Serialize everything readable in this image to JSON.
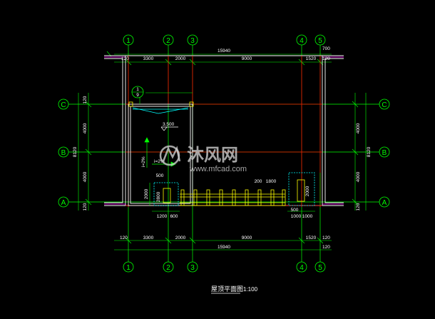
{
  "drawing": {
    "title": "屋顶平面图",
    "scale": "1:100"
  },
  "axes": {
    "vertical": [
      "1",
      "2",
      "3",
      "4",
      "5"
    ],
    "horizontal": [
      "C",
      "B",
      "A"
    ]
  },
  "dimensions": {
    "top_chain": [
      "120",
      "3300",
      "2000",
      "9000",
      "1520",
      "120"
    ],
    "top_extra": "700",
    "top_total": "15940",
    "bottom_chain": [
      "120",
      "3300",
      "2000",
      "9000",
      "1520",
      "120"
    ],
    "bottom_total": "15940",
    "bottom_extra": "120",
    "left_chain": [
      "120",
      "4000",
      "4000",
      "120"
    ],
    "left_total": "8120",
    "right_chain": [
      "4000",
      "4000",
      "120"
    ],
    "right_total": "8120",
    "stair_width": "1200",
    "stair_half": "600",
    "right_box": [
      "1000",
      "1000"
    ],
    "right_small": "500",
    "box_500": "500",
    "vert_dim_left": "2000",
    "vert_dim_small": "2800",
    "vert_dim_right": "2000",
    "grating": [
      "200",
      "1800"
    ]
  },
  "annotations": {
    "detail_top": "1",
    "detail_bottom": "9",
    "elevation": "3.500",
    "slope_1": "i=2%",
    "slope_2": "i=2%"
  },
  "watermark": {
    "brand": "沐风网",
    "url": "www.mfcad.com"
  },
  "colors": {
    "axis": "#00ff00",
    "wall": "#ffffff",
    "red": "#ff0000",
    "cyan": "#00ffff",
    "yellow": "#ffff00",
    "magenta": "#ff00ff"
  }
}
